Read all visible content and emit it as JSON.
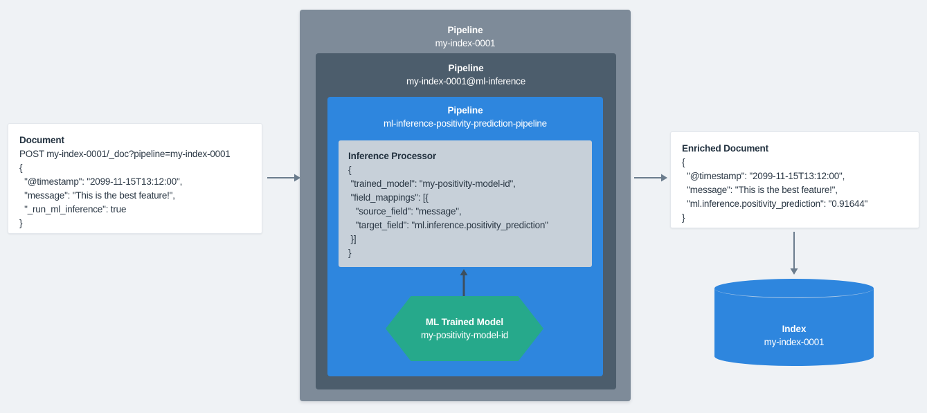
{
  "diagram": {
    "title": "Elasticsearch ML inference pipeline flow",
    "background_color": "#eff2f5"
  },
  "colors": {
    "pipeline_outer": "#7e8b99",
    "pipeline_mid": "#4c5d6c",
    "pipeline_inner": "#2e86de",
    "processor_card": "#c7d0d9",
    "ml_model": "#26a98b",
    "index_cylinder": "#2e86de",
    "arrow": "#6b7c8d",
    "arrow_dark": "#3d4f5e",
    "card_background": "#ffffff",
    "text_dark": "#22313f",
    "text_light": "#ffffff"
  },
  "source_document": {
    "title": "Document",
    "lines": [
      "POST my-index-0001/_doc?pipeline=my-index-0001",
      "{",
      "  \"@timestamp\": \"2099-11-15T13:12:00\",",
      "  \"message\": \"This is the best feature!\",",
      "  \"_run_ml_inference\": true",
      "}"
    ]
  },
  "pipelines": {
    "outer": {
      "kind": "Pipeline",
      "name": "my-index-0001"
    },
    "middle": {
      "kind": "Pipeline",
      "name": "my-index-0001@ml-inference"
    },
    "inner": {
      "kind": "Pipeline",
      "name": "ml-inference-positivity-prediction-pipeline"
    }
  },
  "inference_processor": {
    "title": "Inference Processor",
    "lines": [
      "{",
      " \"trained_model\": \"my-positivity-model-id\",",
      " \"field_mappings\": [{",
      "   \"source_field\": \"message\",",
      "   \"target_field\": \"ml.inference.positivity_prediction\"",
      " }]",
      "}"
    ]
  },
  "ml_trained_model": {
    "title": "ML Trained Model",
    "name": "my-positivity-model-id"
  },
  "enriched_document": {
    "title": "Enriched Document",
    "lines": [
      "{",
      "  \"@timestamp\": \"2099-11-15T13:12:00\",",
      "  \"message\": \"This is the best feature!\",",
      "  \"ml.inference.positivity_prediction\": \"0.91644\"",
      "}"
    ]
  },
  "index": {
    "title": "Index",
    "name": "my-index-0001"
  },
  "connectors": [
    {
      "id": "doc-to-pipeline",
      "direction": "right",
      "from": "source_document",
      "to": "pipelines.outer"
    },
    {
      "id": "pipeline-to-enriched",
      "direction": "right",
      "from": "pipelines.outer",
      "to": "enriched_document"
    },
    {
      "id": "model-to-processor",
      "direction": "up",
      "from": "ml_trained_model",
      "to": "inference_processor"
    },
    {
      "id": "enriched-to-index",
      "direction": "down",
      "from": "enriched_document",
      "to": "index"
    }
  ]
}
